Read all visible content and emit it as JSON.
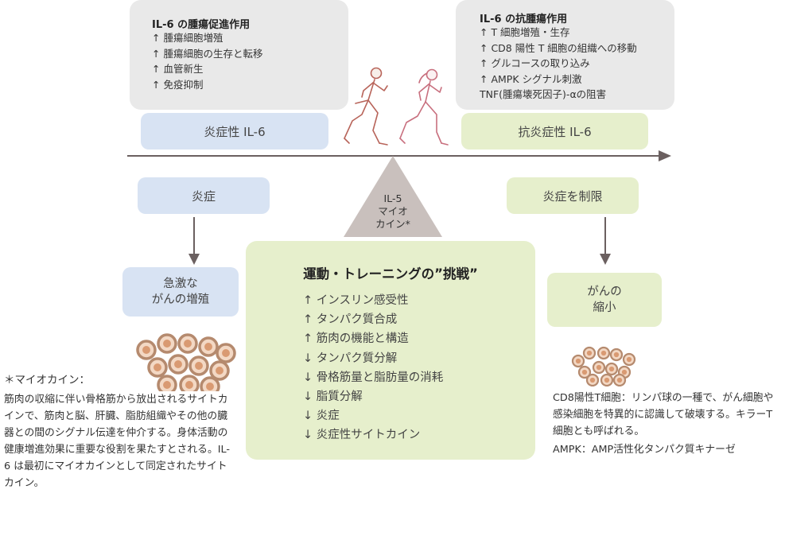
{
  "tumor_promoting": {
    "title": "IL-6 の腫瘍促進作用",
    "items": [
      "↑ 腫瘍細胞増殖",
      "↑ 腫瘍細胞の生存と転移",
      "↑ 血管新生",
      "↑ 免疫抑制"
    ]
  },
  "anti_tumor": {
    "title": "IL-6 の抗腫瘍作用",
    "items": [
      "↑ T 細胞増殖・生存",
      "↑ CD8 陽性 T 細胞の組織への移動",
      "↑ グルコースの取り込み",
      "↑ AMPK シグナル刺激",
      "TNF(腫瘍壊死因子)-αの阻害"
    ]
  },
  "inflammatory_label": "炎症性 IL-6",
  "anti_inflammatory_label": "抗炎症性 IL-6",
  "inflammation_label": "炎症",
  "limit_inflammation_label": "炎症を制限",
  "myokine_label": "IL-5\nマイオ\nカイン*",
  "rapid_growth_label": "急激な\nがんの増殖",
  "shrink_label": "がんの\n縮小",
  "challenge": {
    "title": "運動・トレーニングの”挑戦”",
    "items": [
      "↑ インスリン感受性",
      "↑ タンパク質合成",
      "↑ 筋肉の機能と構造",
      "↓ タンパク質分解",
      "↓ 骨格筋量と脂肪量の消耗",
      "↓ 脂質分解",
      "↓ 炎症",
      "↓ 炎症性サイトカイン"
    ]
  },
  "myokine_note": {
    "heading": "＊マイオカイン：",
    "body": "筋肉の収縮に伴い骨格筋から放出されるサイトカインで、筋肉と脳、肝臓、脂肪組織やその他の臓器との間のシグナル伝達を仲介する。身体活動の健康増進効果に重要な役割を果たすとされる。IL-6 は最初にマイオカインとして同定されたサイトカイン。"
  },
  "cd8_note": "CD8陽性T細胞：リンパ球の一種で、がん細胞や感染細胞を特異的に認識して破壊する。キラーT細胞とも呼ばれる。",
  "ampk_note": "AMPK：AMP活性化タンパク質キナーゼ",
  "colors": {
    "gray_box": "#e9e9e9",
    "blue_box": "#d8e3f3",
    "green_box": "#e6efcc",
    "triangle": "#c9c0bd",
    "arrow": "#6b6060",
    "cell_fill": "#f3d8c4",
    "cell_ring": "#b58a6e",
    "cell_nucleus": "#d99a72"
  },
  "icons": [
    "running-man-icon",
    "running-woman-icon",
    "tumor-cells-large-icon",
    "tumor-cells-small-icon"
  ]
}
